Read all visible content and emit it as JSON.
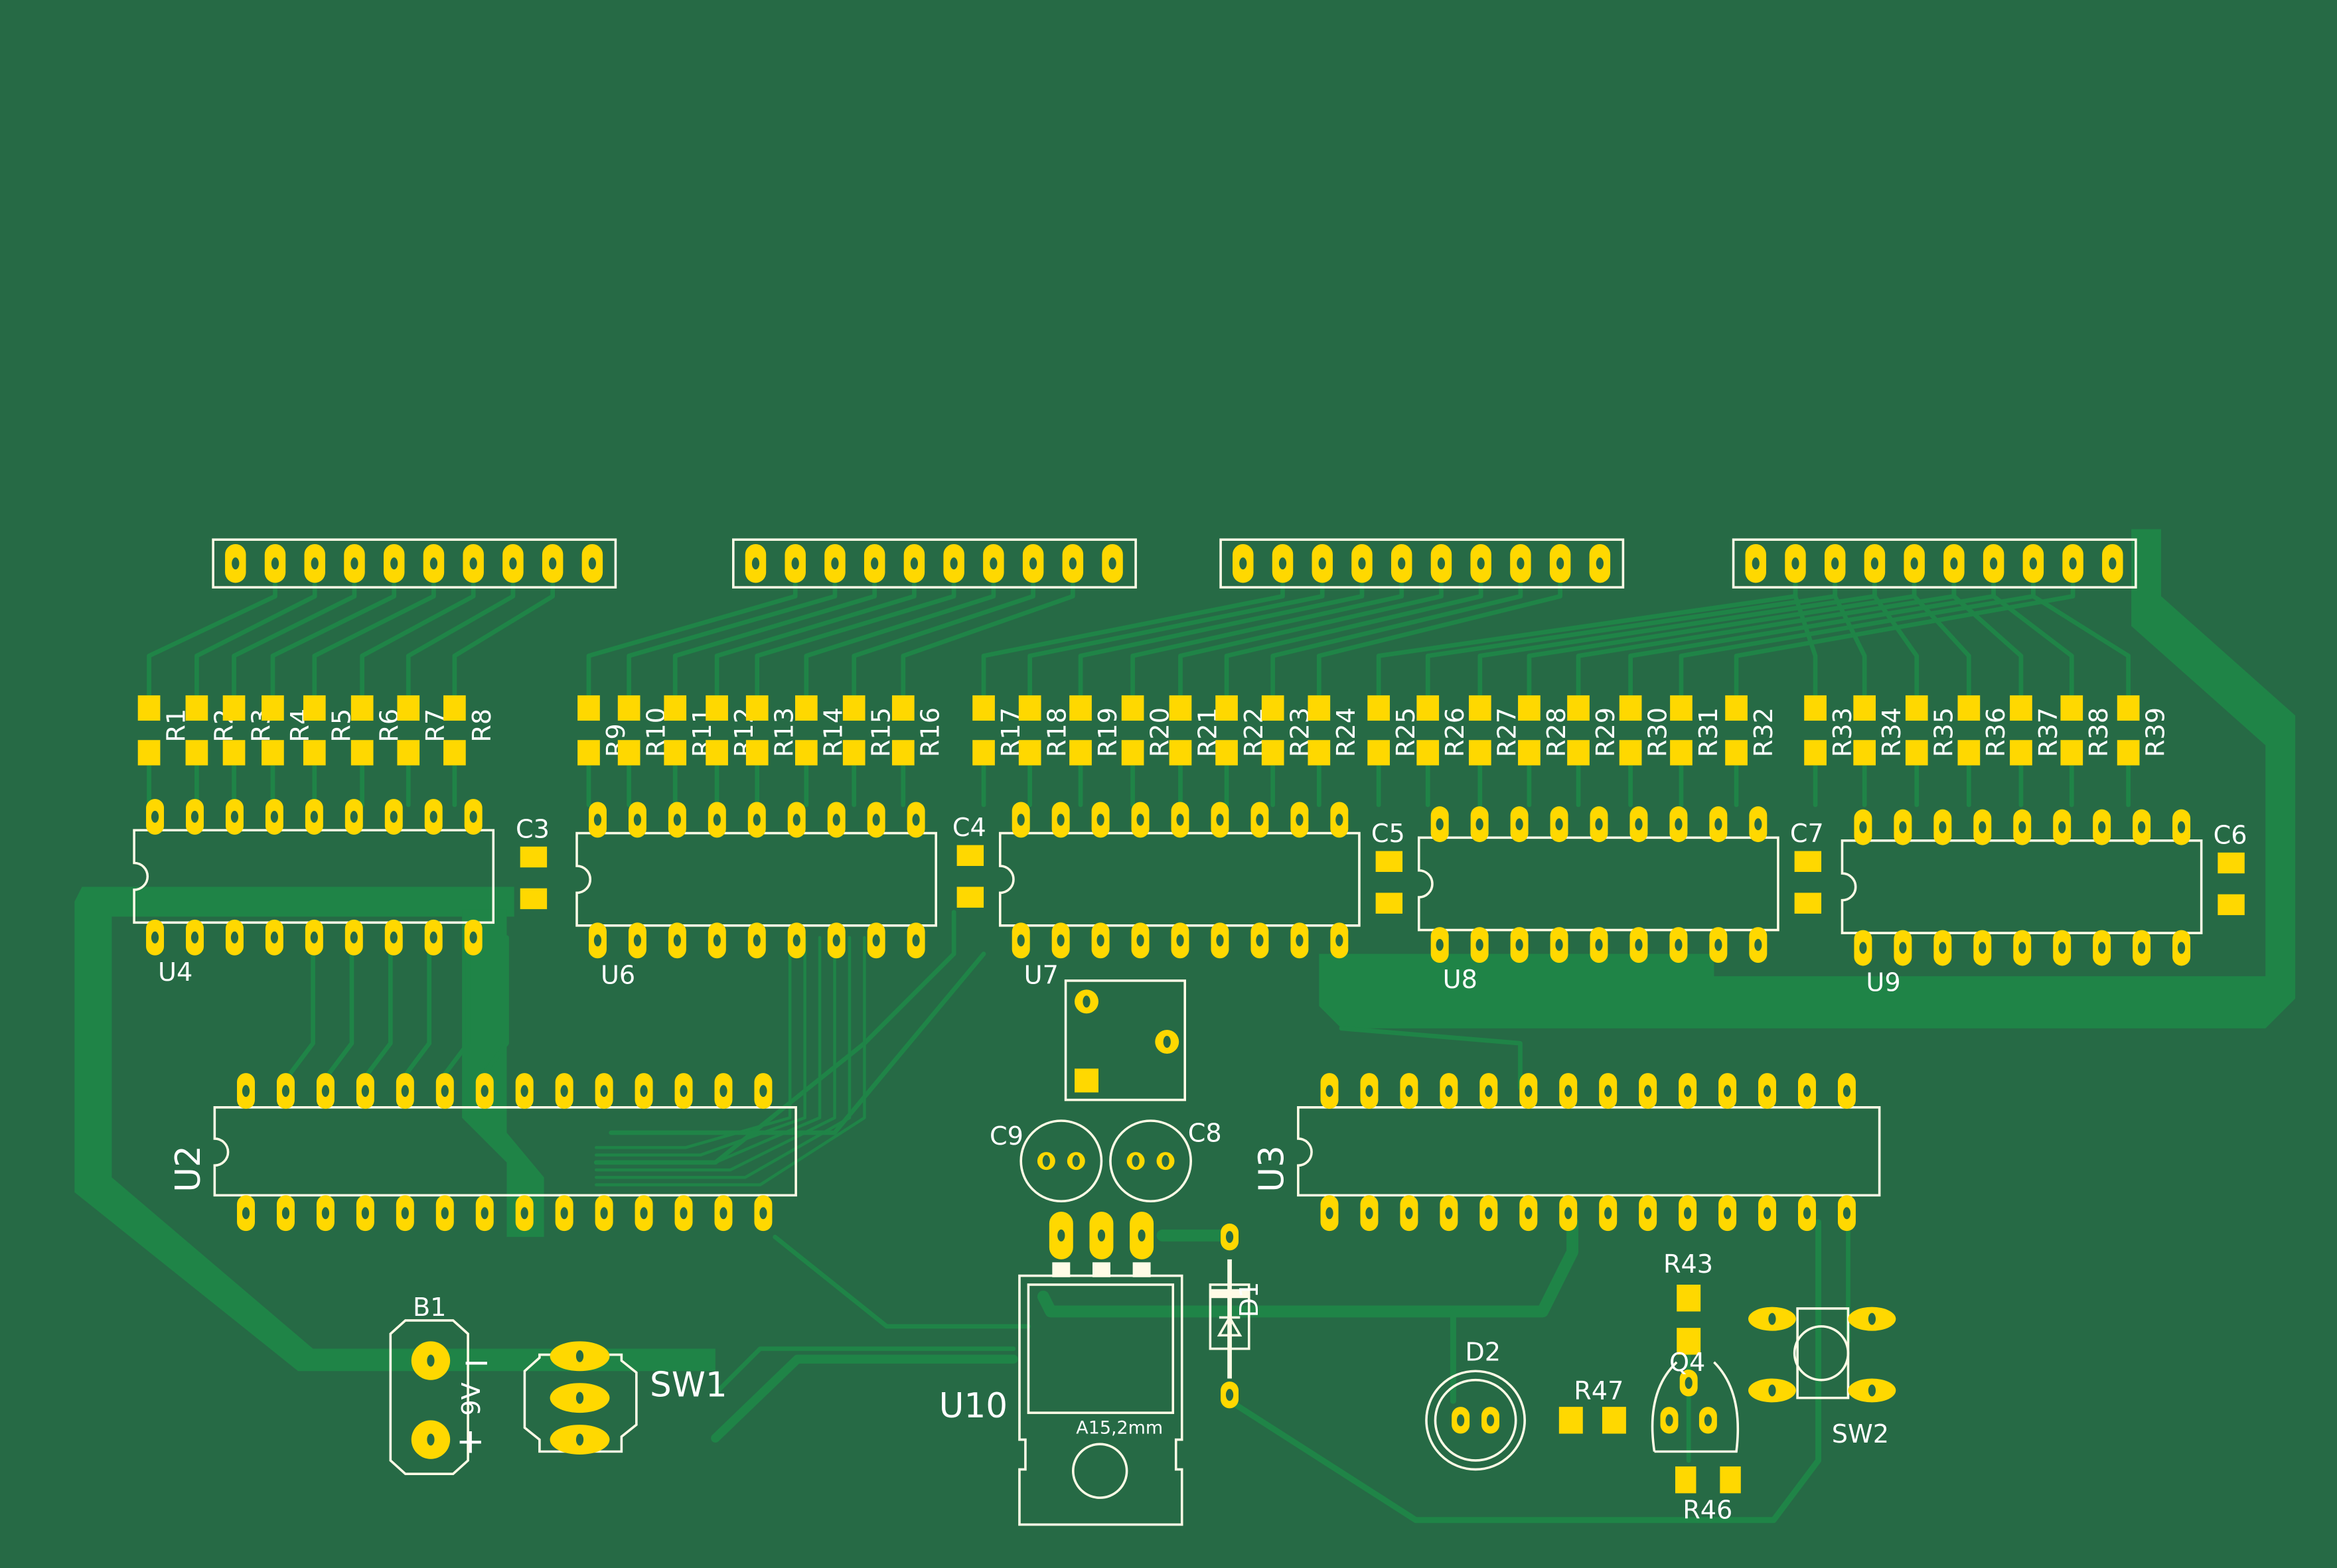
{
  "board": {
    "background_color": "#266a45",
    "copper_color": "#1f8447",
    "pad_color": "#ffd800",
    "silk_color": "#ffffff"
  },
  "resistor_groups": [
    [
      "R1",
      "R2",
      "R3",
      "R4",
      "R5",
      "R6",
      "R7",
      "R8"
    ],
    [
      "R9",
      "R10",
      "R11",
      "R12",
      "R13",
      "R14",
      "R15",
      "R16"
    ],
    [
      "R17",
      "R18",
      "R19",
      "R20",
      "R21",
      "R22",
      "R23",
      "R24"
    ],
    [
      "R25",
      "R26",
      "R27",
      "R28",
      "R29",
      "R30",
      "R31",
      "R32"
    ],
    [
      "R33",
      "R34",
      "R35",
      "R36",
      "R37",
      "R38",
      "R39"
    ]
  ],
  "ics": [
    "U4",
    "U6",
    "U7",
    "U8",
    "U9"
  ],
  "capacitors": [
    "C3",
    "C4",
    "C5",
    "C7",
    "C6"
  ],
  "big_ics": [
    "U2",
    "U3"
  ],
  "components": {
    "c9": "C9",
    "c8": "C8",
    "u10": "U10",
    "u10_note": "A15,2mm",
    "d1": "D1",
    "b1": "B1",
    "b1_value": "9V",
    "b1_minus": "−",
    "b1_plus": "+",
    "sw1": "SW1",
    "d2": "D2",
    "r47": "R47",
    "q4": "Q4",
    "r43": "R43",
    "r46": "R46",
    "sw2": "SW2"
  }
}
